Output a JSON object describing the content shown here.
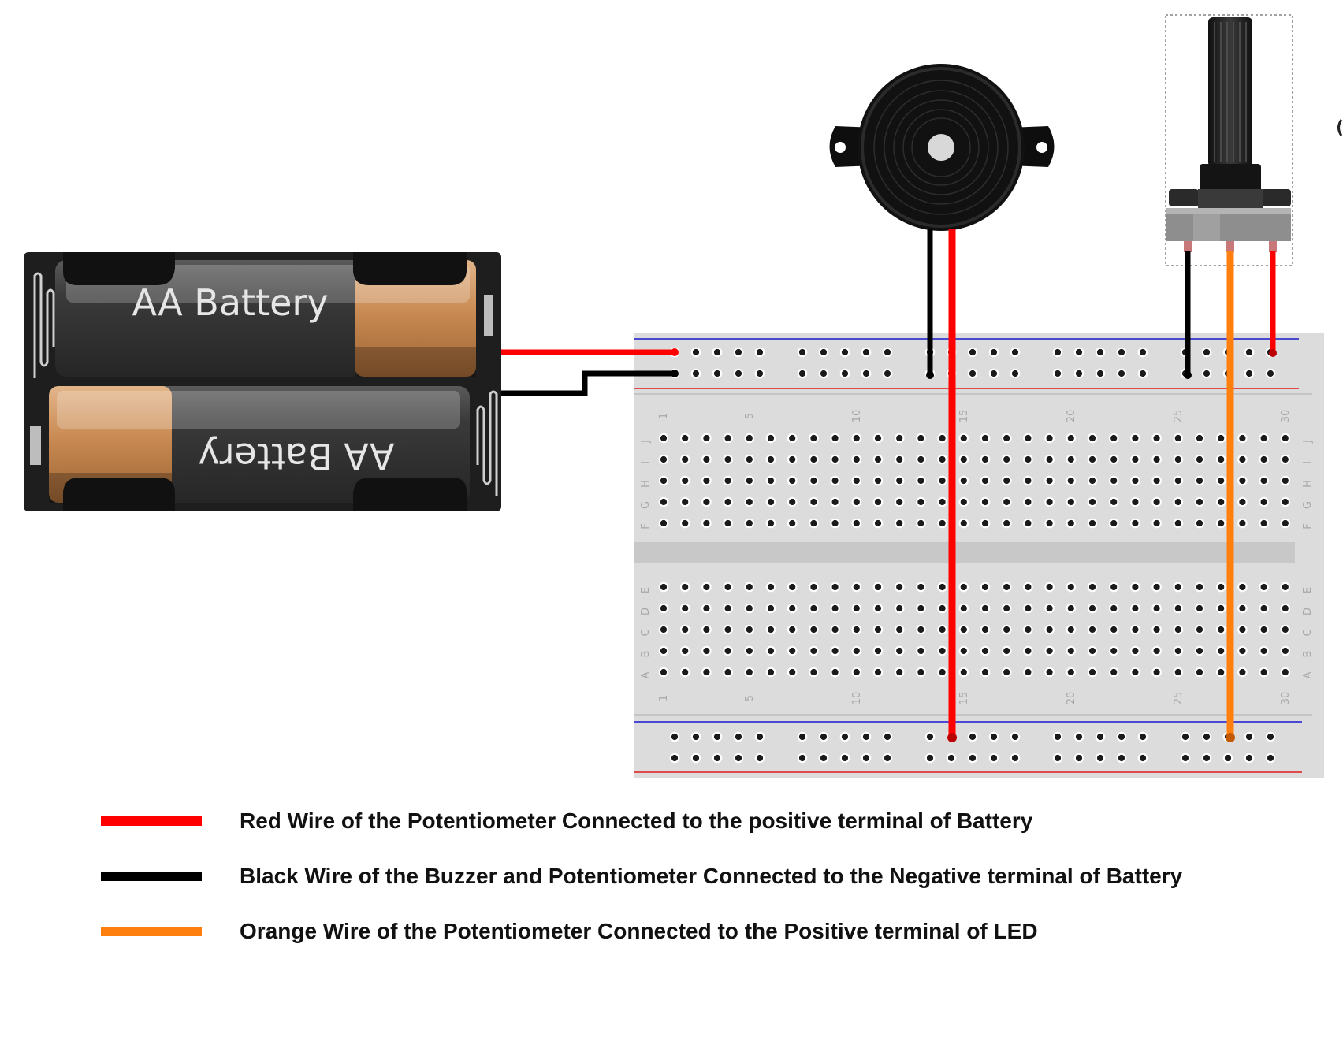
{
  "diagram": {
    "battery": {
      "top_label": "AA Battery",
      "bottom_label": "AA Battery"
    },
    "breadboard": {
      "column_numbers": [
        "1",
        "5",
        "10",
        "15",
        "20",
        "25",
        "30"
      ],
      "top_rows": [
        "J",
        "I",
        "H",
        "G",
        "F"
      ],
      "bottom_rows": [
        "E",
        "D",
        "C",
        "B",
        "A"
      ]
    },
    "colors": {
      "red_wire": "#ff0000",
      "black_wire": "#000000",
      "orange_wire": "#ff7f0e",
      "breadboard": "#dcdcdc",
      "battery_holder": "#1e1e1e",
      "copper": "#c98a52"
    }
  },
  "legend": [
    {
      "label": "Red Wire of the Potentiometer Connected to the positive terminal of Battery",
      "color": "#ff0000"
    },
    {
      "label": "Black Wire of the Buzzer and Potentiometer Connected to the Negative terminal of Battery",
      "color": "#000000"
    },
    {
      "label": "Orange Wire of the Potentiometer Connected to the Positive terminal of LED",
      "color": "#ff7f0e"
    }
  ]
}
